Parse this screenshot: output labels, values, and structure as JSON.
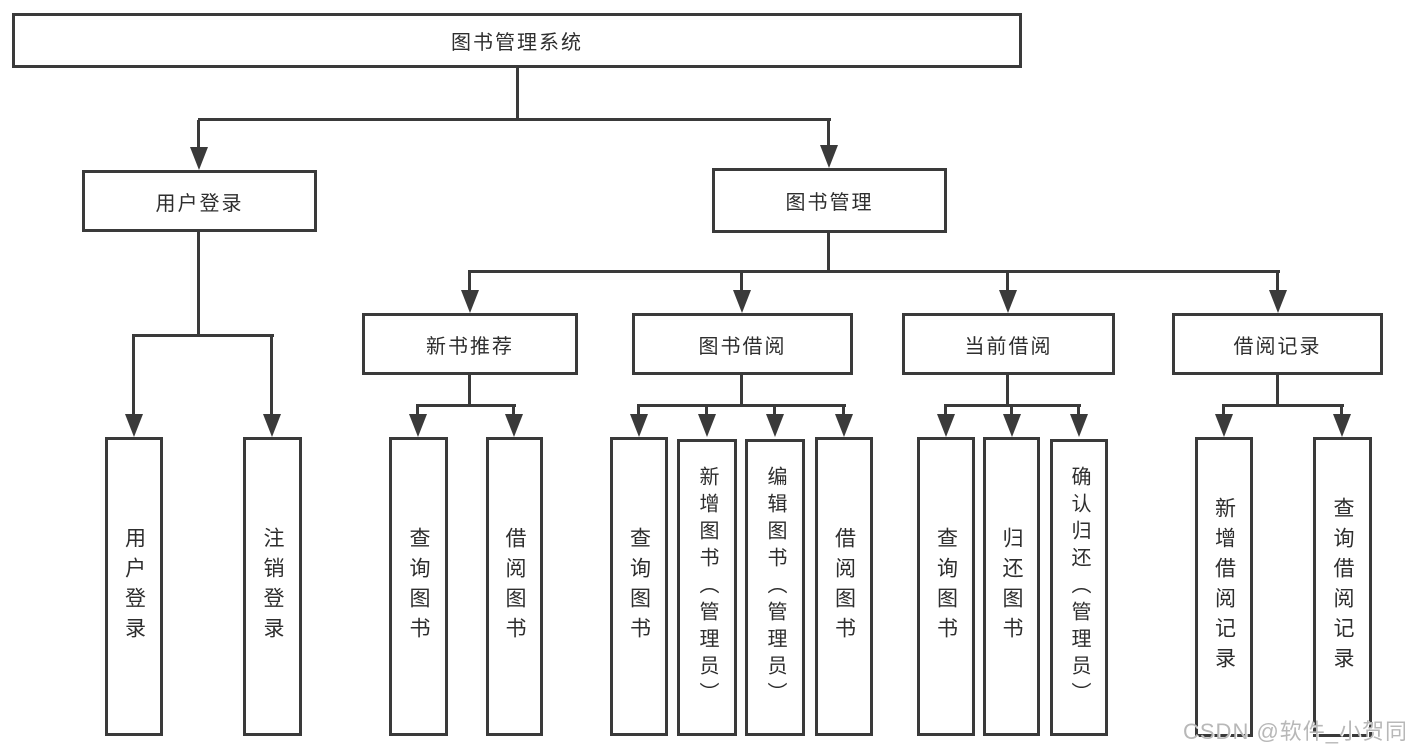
{
  "diagram": {
    "title": "图书管理系统",
    "level2": [
      {
        "label": "用户登录"
      },
      {
        "label": "图书管理"
      }
    ],
    "level3": [
      {
        "label": "新书推荐"
      },
      {
        "label": "图书借阅"
      },
      {
        "label": "当前借阅"
      },
      {
        "label": "借阅记录"
      }
    ],
    "leaves": {
      "user_login": [
        {
          "label": "用户登录"
        },
        {
          "label": "注销登录"
        }
      ],
      "new_book": [
        {
          "label": "查询图书"
        },
        {
          "label": "借阅图书"
        }
      ],
      "book_borrow": [
        {
          "label": "查询图书"
        },
        {
          "label": "新增图书（管理员）"
        },
        {
          "label": "编辑图书（管理员）"
        },
        {
          "label": "借阅图书"
        }
      ],
      "current_borrow": [
        {
          "label": "查询图书"
        },
        {
          "label": "归还图书"
        },
        {
          "label": "确认归还（管理员）"
        }
      ],
      "borrow_record": [
        {
          "label": "新增借阅记录"
        },
        {
          "label": "查询借阅记录"
        }
      ]
    }
  },
  "watermark": {
    "text": "CSDN @软件_小贺同学"
  },
  "colors": {
    "line": "#3a3a3a",
    "text": "#2e2e2e",
    "watermark": "#b8b8b8",
    "background": "#ffffff"
  }
}
